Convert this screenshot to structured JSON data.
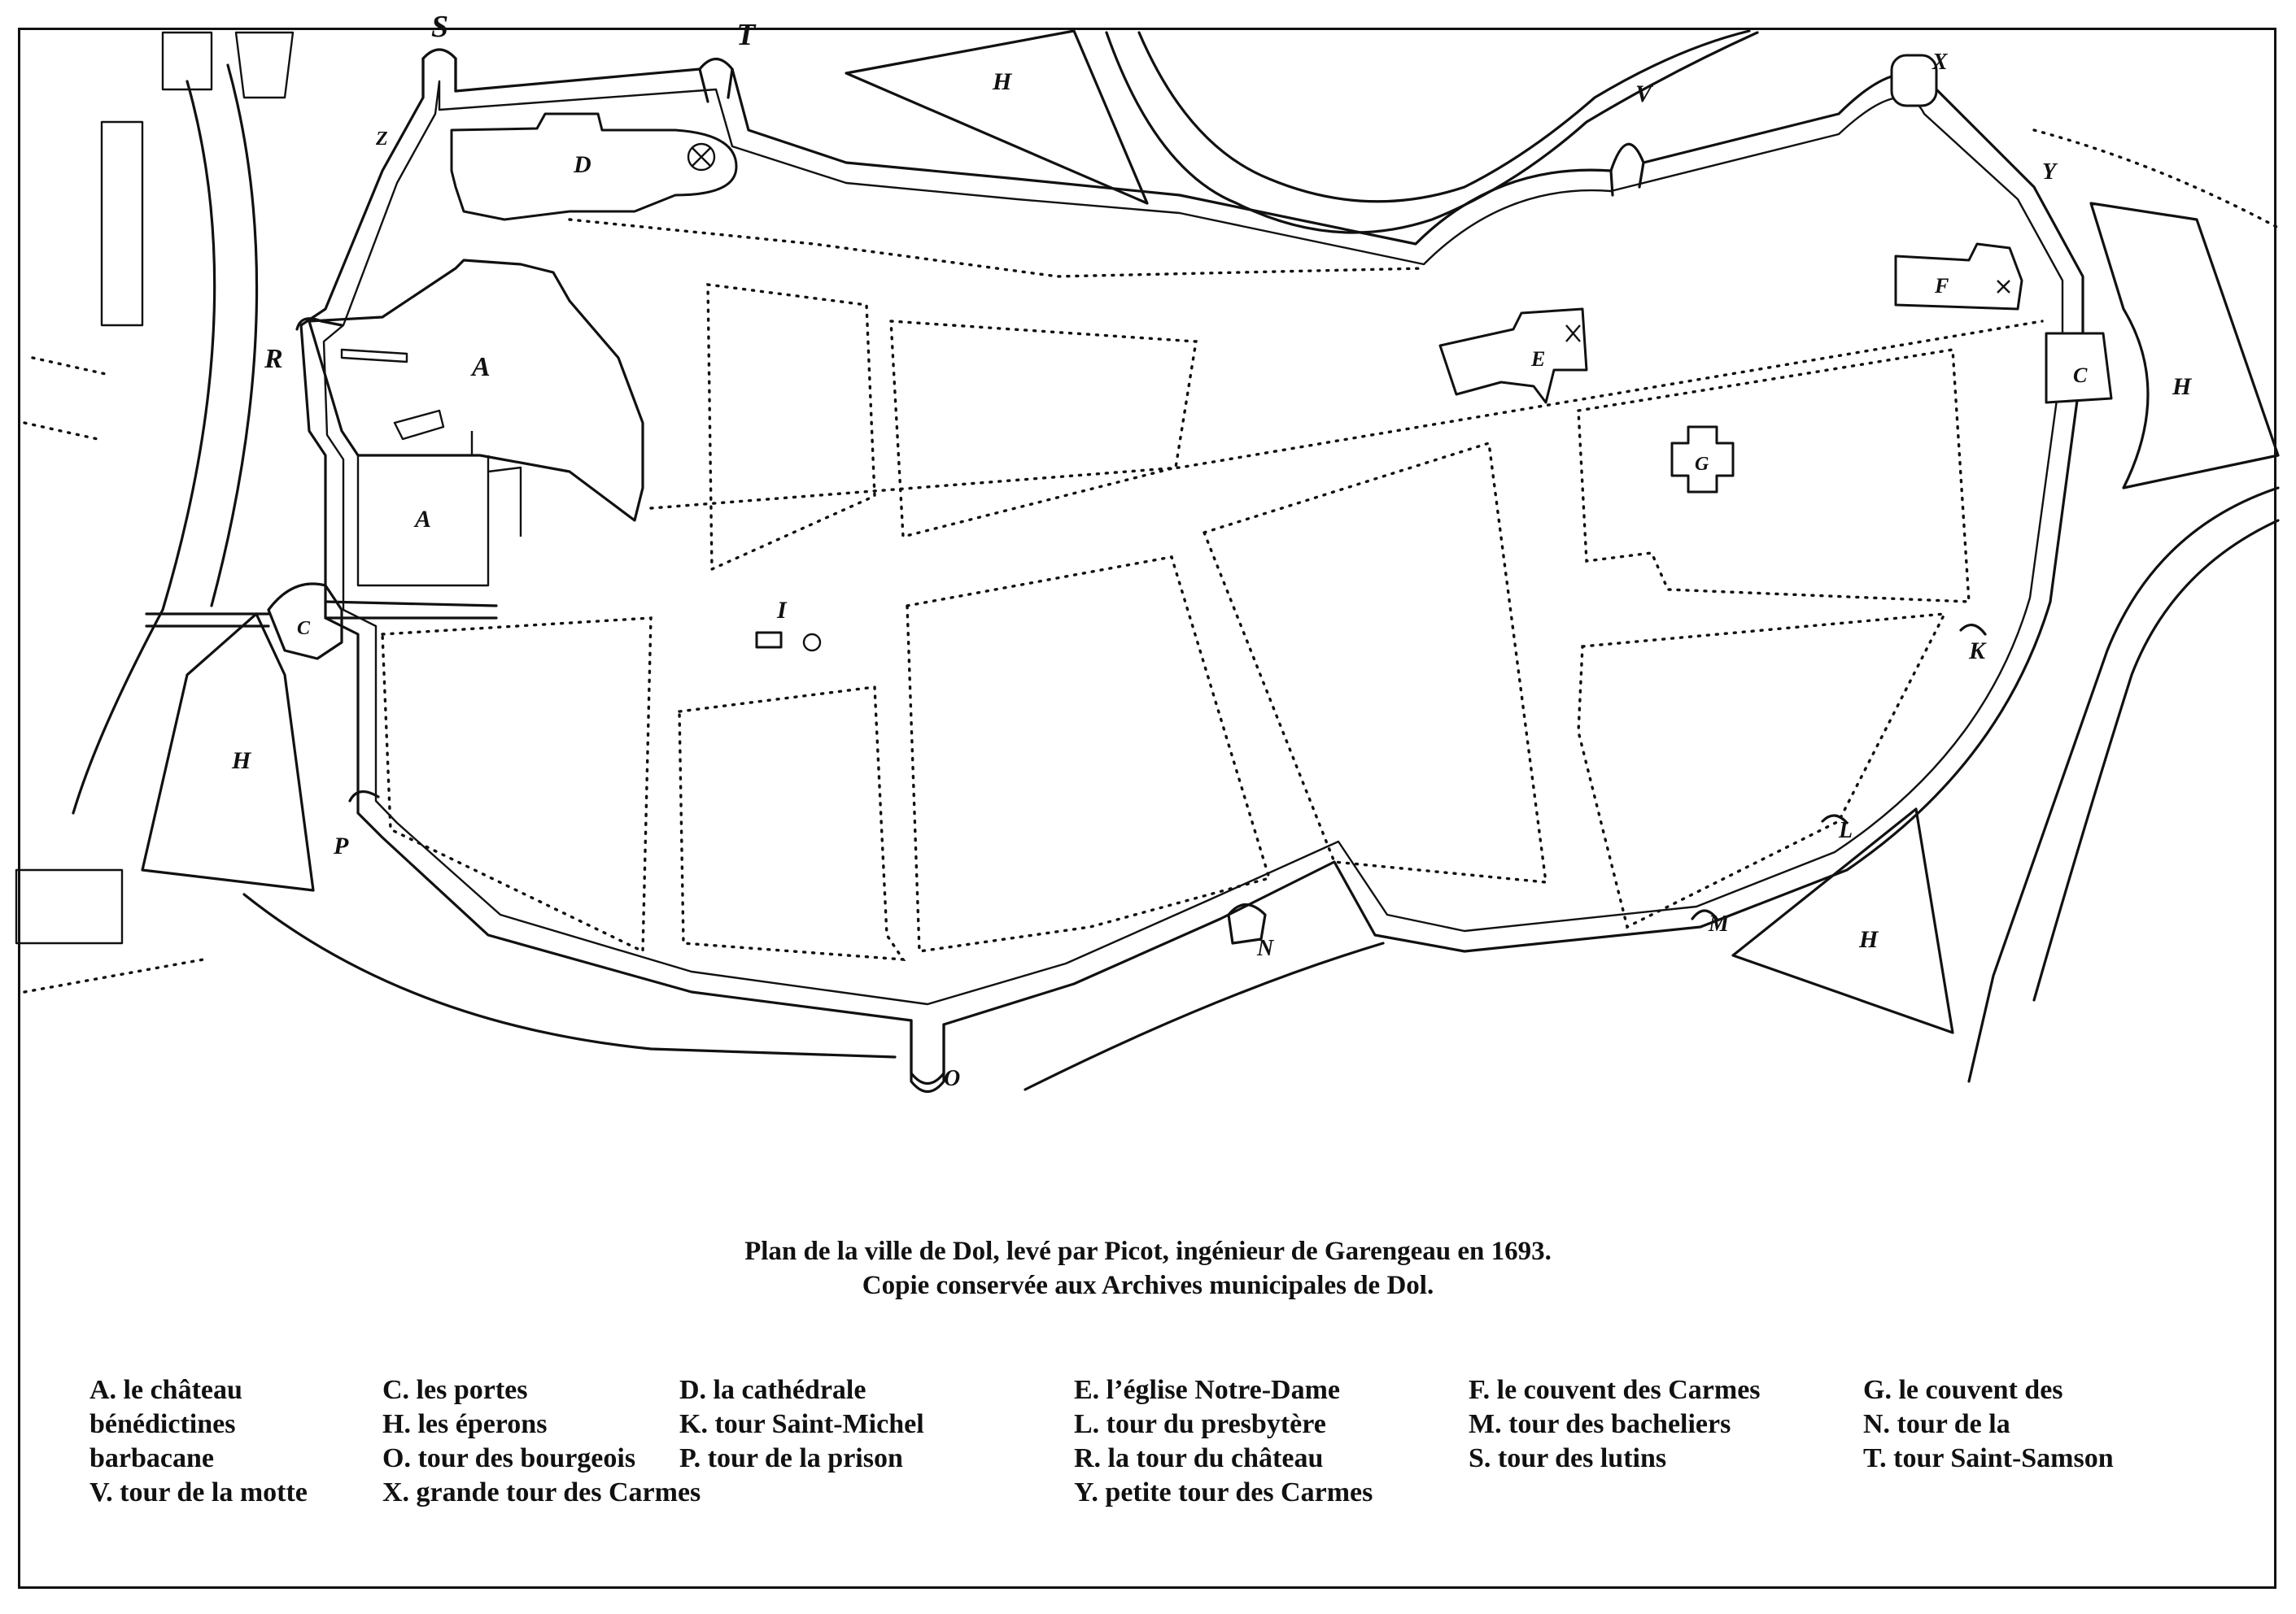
{
  "caption": {
    "line1": "Plan de la ville de Dol, levé par Picot, ingénieur de Garengeau en 1693.",
    "line2": "Copie conservée aux Archives municipales de Dol."
  },
  "map_labels": {
    "A": "A",
    "C": "C",
    "D": "D",
    "E": "E",
    "F": "F",
    "G": "G",
    "H": "H",
    "I": "I",
    "K": "K",
    "L": "L",
    "M": "M",
    "N": "N",
    "O": "O",
    "P": "P",
    "R": "R",
    "S": "S",
    "T": "T",
    "V": "V",
    "X": "X",
    "Y": "Y",
    "Z": "Z"
  },
  "legend": [
    "A. le château",
    "bénédictines",
    "barbacane",
    "V. tour de la motte",
    "C.  les portes",
    "H. les éperons",
    "O. tour des bourgeois",
    "X. grande tour des Carmes",
    "D. la cathédrale",
    "K. tour Saint-Michel",
    "P. tour de la prison",
    "E. l’église Notre-Dame",
    "L. tour du presbytère",
    "R. la tour du château",
    "Y. petite tour des Carmes",
    "F. le couvent des Carmes",
    "M. tour des bacheliers",
    "S. tour des lutins",
    "G. le couvent des",
    "N. tour de la",
    "T. tour Saint-Samson"
  ]
}
